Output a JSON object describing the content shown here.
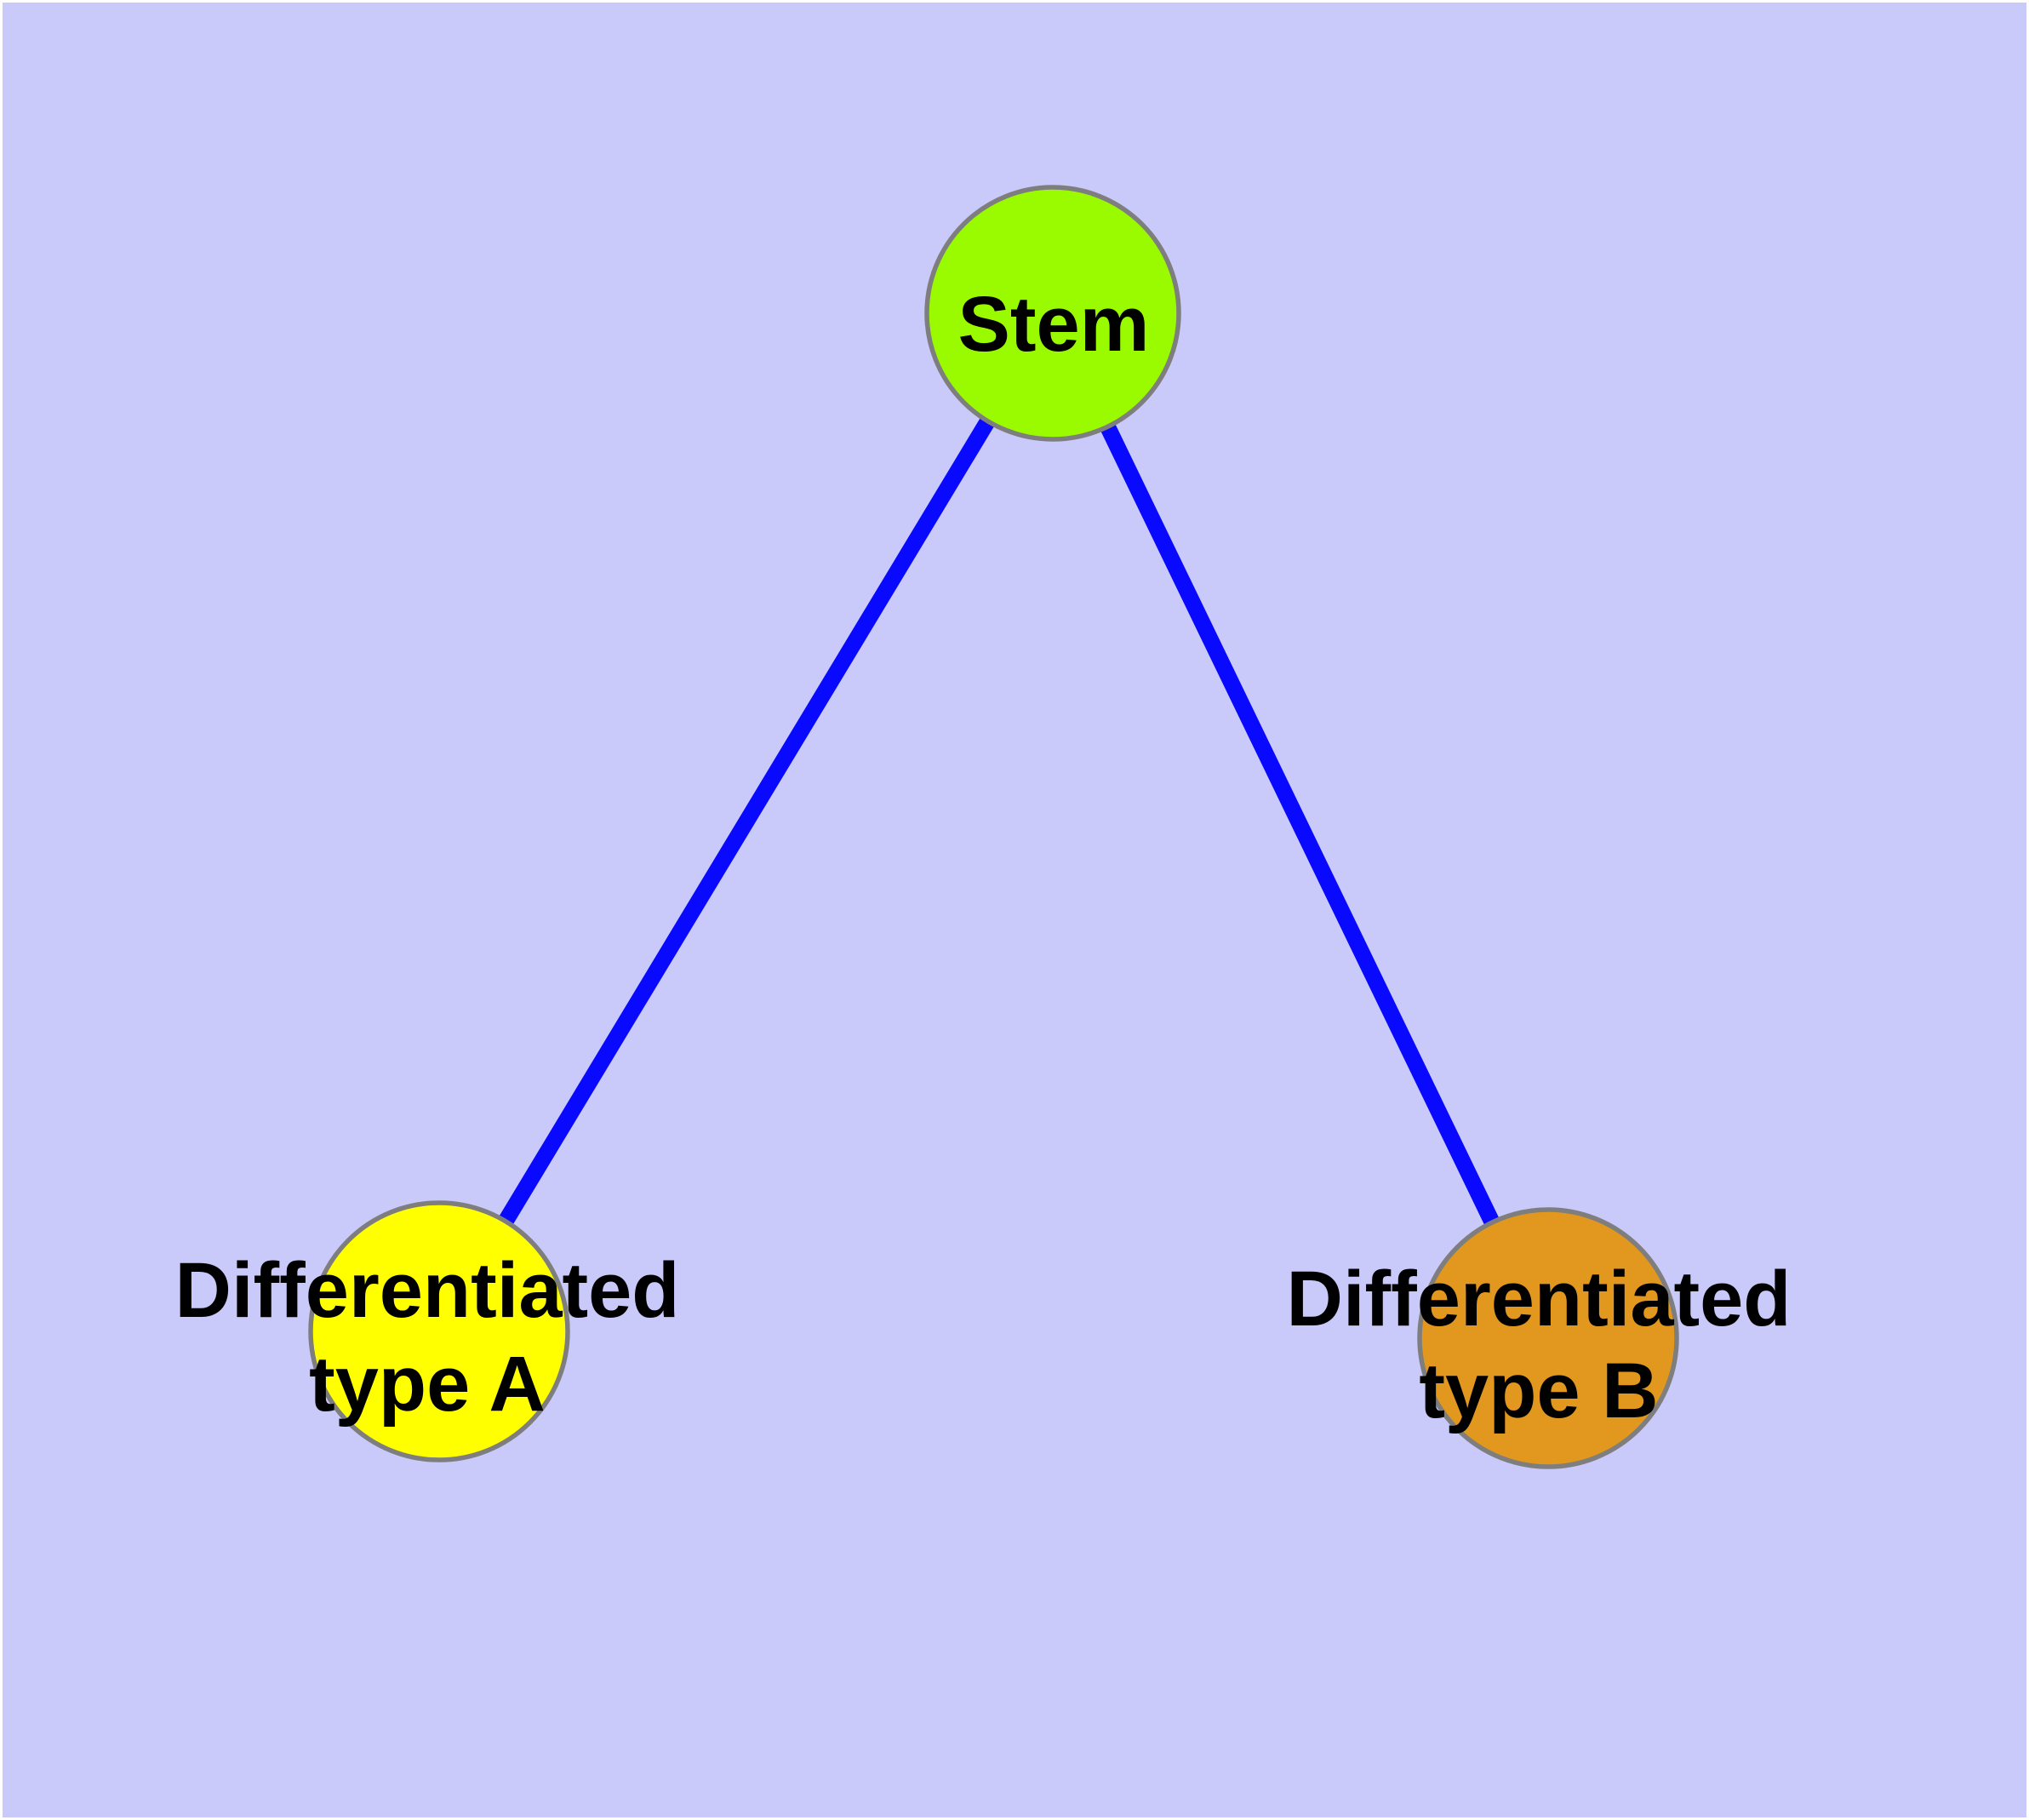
{
  "diagram": {
    "background_color": "#C9C9FA",
    "page_margin_color": "#FFFFFF",
    "edge_color": "#0909FF",
    "node_border_color": "#7E7E7E",
    "label_color": "#000000",
    "nodes": {
      "stem": {
        "label": "Stem",
        "fill": "#9AFB00"
      },
      "type_a": {
        "label_line1": "Differentiated",
        "label_line2": "type A",
        "fill": "#FFFF00"
      },
      "type_b": {
        "label_line1": "Differentiated",
        "label_line2": "type B",
        "fill": "#E2971F"
      }
    },
    "edges": [
      {
        "from": "Stem",
        "to": "Differentiated type A"
      },
      {
        "from": "Stem",
        "to": "Differentiated type B"
      }
    ]
  }
}
